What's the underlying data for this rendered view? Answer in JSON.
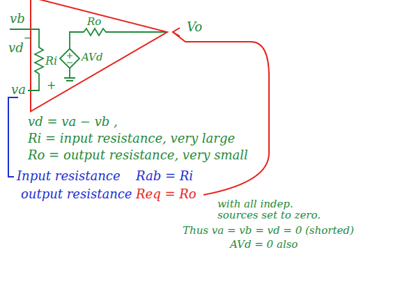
{
  "diagram": {
    "labels": [
      "vb",
      "−",
      "vd",
      "Ri",
      "AVd",
      "Ro",
      "+",
      "va",
      "Vo",
      "vd = va − vb ,",
      "Ri = input resistance, very large",
      "Ro = output resistance, very small",
      "Input resistance",
      "Rab = Ri",
      "output resistance",
      "Req = Ro",
      "with all indep. sources set to zero.",
      "Thus va = vb = vd = 0 (shorted)",
      "AVd = 0 also"
    ]
  }
}
